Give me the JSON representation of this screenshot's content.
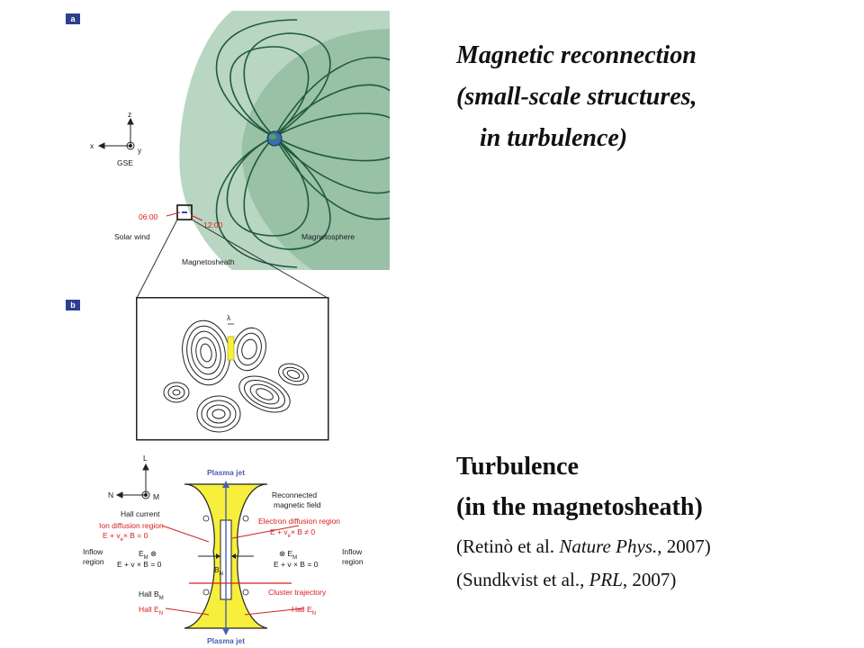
{
  "panel_a": {
    "tag": "a",
    "axis_z": "z",
    "axis_x": "x",
    "axis_y": "y",
    "frame": "GSE",
    "time_start": "06:00",
    "time_end": "12:00",
    "solar_wind": "Solar wind",
    "magnetosheath": "Magnetosheath",
    "magnetosphere": "Magnetosphere"
  },
  "panel_b": {
    "tag": "b",
    "scale_label": "λ"
  },
  "panel_c": {
    "axis_l": "L",
    "axis_n": "N",
    "axis_m": "M",
    "plasma_jet_top": "Plasma jet",
    "plasma_jet_bottom": "Plasma jet",
    "reconnected_1": "Reconnected",
    "reconnected_2": "magnetic field",
    "hall_current": "Hall current",
    "ion_diffusion": "Ion diffusion region",
    "ion_eq": "E + v",
    "ion_eq_tail": "× B = 0",
    "electron_diffusion": "Electron diffusion region",
    "electron_eq": "E + v",
    "electron_eq_tail": "× B ≠ 0",
    "inflow_left_1": "Inflow",
    "inflow_left_2": "region",
    "inflow_right_1": "Inflow",
    "inflow_right_2": "region",
    "em_left": "E",
    "em_left_eq": "E + v × B = 0",
    "em_right": "E",
    "em_right_eq": "E + v × B = 0",
    "bn": "B",
    "hall_bm": "Hall",
    "hall_bm_sym": "B",
    "hall_en_left": "Hall",
    "hall_en_sym_left": "E",
    "cluster_trajectory": "Cluster trajectory",
    "hall_en_right": "Hall",
    "hall_en_sym_right": "E"
  },
  "text": {
    "reconnection_line1": "Magnetic reconnection",
    "reconnection_line2": "(small-scale structures,",
    "reconnection_line3": "in turbulence)",
    "turbulence_line1": "Turbulence",
    "turbulence_line2": "(in the magnetosheath)",
    "ref1_a": "(Retinò et al. ",
    "ref1_journal": "Nature Phys.",
    "ref1_b": ", 2007)",
    "ref2_a": "(Sundkvist et al., ",
    "ref2_journal": "PRL",
    "ref2_b": ", 2007)"
  },
  "colors": {
    "accent_red": "#d42020",
    "panel_tag": "#2e3f8f",
    "magnetosheath_green": "#a8ccb4",
    "magnetosphere_green": "#8fb89c",
    "field_line": "#1f5a3a",
    "current_sheet_yellow": "#f6ef3c"
  }
}
